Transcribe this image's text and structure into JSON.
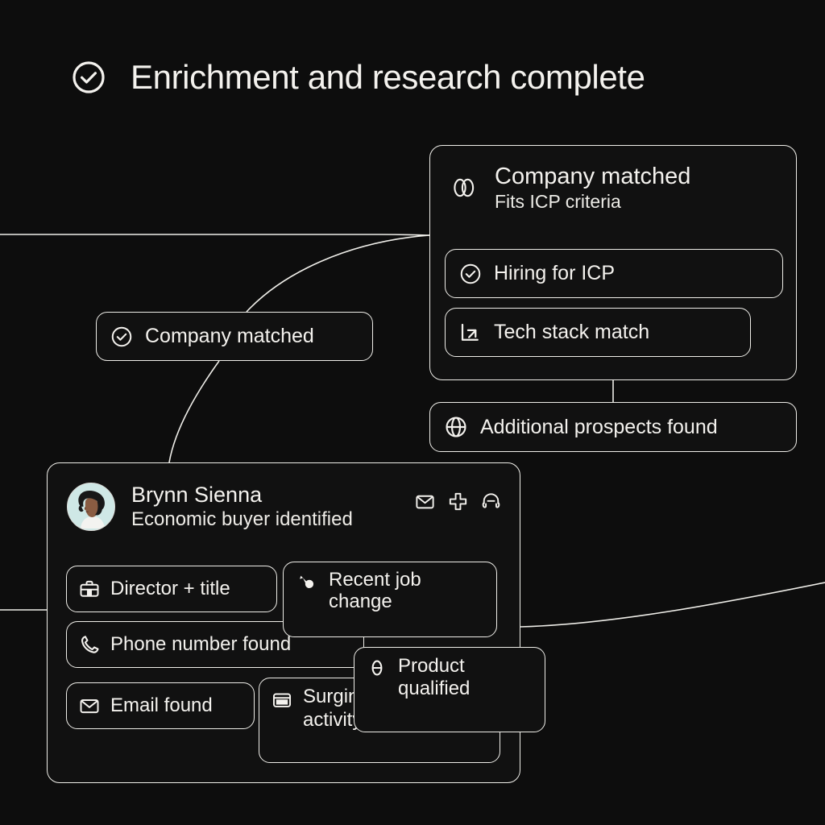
{
  "theme": {
    "background": "#0d0d0d",
    "card_background": "#111111",
    "border": "#efeee9",
    "text": "#f4f2ee",
    "avatar_background": "#cfe8e6"
  },
  "header": {
    "icon": "check-circle-icon",
    "title": "Enrichment and research complete"
  },
  "company_card": {
    "icon": "company-rings-icon",
    "title": "Company matched",
    "subtitle": "Fits ICP criteria",
    "rows": [
      {
        "icon": "check-circle-icon",
        "label": "Hiring for ICP"
      },
      {
        "icon": "tech-stack-export-icon",
        "label": "Tech stack match"
      }
    ]
  },
  "prospects_pill": {
    "icon": "globe-icon",
    "label": "Additional prospects found"
  },
  "company_pill": {
    "icon": "check-circle-icon",
    "label": "Company matched"
  },
  "person_card": {
    "avatar": "avatar-brynn-sienna",
    "name": "Brynn Sienna",
    "role": "Economic buyer identified",
    "actions": [
      {
        "icon": "envelope-icon",
        "name": "email-action"
      },
      {
        "icon": "plus-cross-icon",
        "name": "add-action"
      },
      {
        "icon": "headset-icon",
        "name": "call-action"
      }
    ],
    "badges": [
      {
        "icon": "briefcase-icon",
        "label": "Director + title"
      },
      {
        "icon": "key-icon",
        "label": "Recent job change"
      },
      {
        "icon": "phone-icon",
        "label": "Phone number found"
      },
      {
        "icon": "envelope-icon",
        "label": "Email found"
      },
      {
        "icon": "browser-window-icon",
        "label": "Surging website activity"
      },
      {
        "icon": "capsule-icon",
        "label": "Product qualified"
      }
    ]
  }
}
